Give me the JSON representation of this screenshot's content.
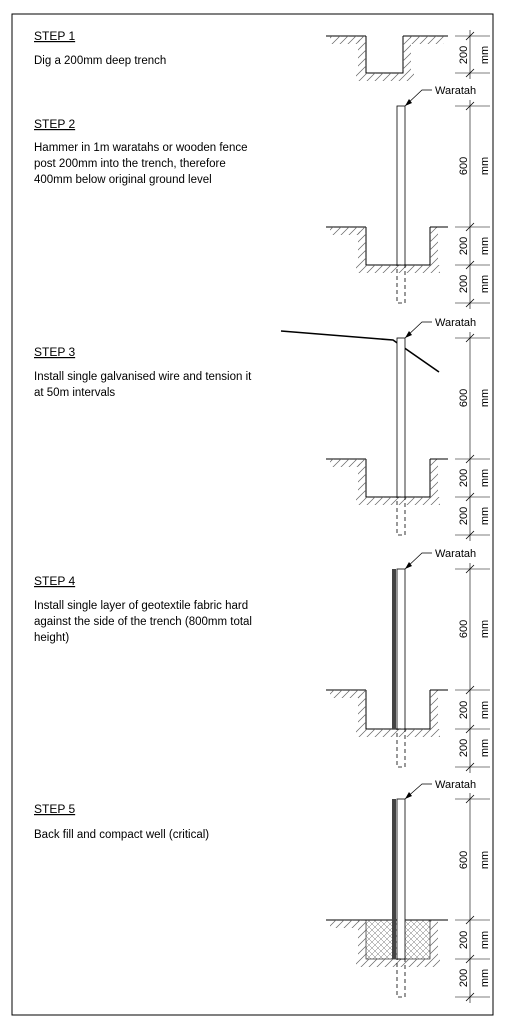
{
  "steps": [
    {
      "title": "STEP 1",
      "lines": [
        "Dig a 200mm deep trench"
      ],
      "dims": [
        {
          "value": "200",
          "unit": "mm"
        }
      ]
    },
    {
      "title": "STEP 2",
      "lines": [
        "Hammer in 1m waratahs or wooden fence",
        "post 200mm into the trench, therefore",
        "400mm below original ground level"
      ],
      "label": "Waratah",
      "dims": [
        {
          "value": "600",
          "unit": "mm"
        },
        {
          "value": "200",
          "unit": "mm"
        },
        {
          "value": "200",
          "unit": "mm"
        }
      ]
    },
    {
      "title": "STEP 3",
      "lines": [
        "Install single galvanised wire and tension it",
        "at 50m intervals"
      ],
      "label": "Waratah",
      "dims": [
        {
          "value": "600",
          "unit": "mm"
        },
        {
          "value": "200",
          "unit": "mm"
        },
        {
          "value": "200",
          "unit": "mm"
        }
      ]
    },
    {
      "title": "STEP 4",
      "lines": [
        "Install single layer of geotextile fabric hard",
        "against the side of the trench (800mm total",
        "height)"
      ],
      "label": "Waratah",
      "dims": [
        {
          "value": "600",
          "unit": "mm"
        },
        {
          "value": "200",
          "unit": "mm"
        },
        {
          "value": "200",
          "unit": "mm"
        }
      ]
    },
    {
      "title": "STEP 5",
      "lines": [
        "Back fill and compact well (critical)"
      ],
      "label": "Waratah",
      "dims": [
        {
          "value": "600",
          "unit": "mm"
        },
        {
          "value": "200",
          "unit": "mm"
        },
        {
          "value": "200",
          "unit": "mm"
        }
      ]
    }
  ]
}
